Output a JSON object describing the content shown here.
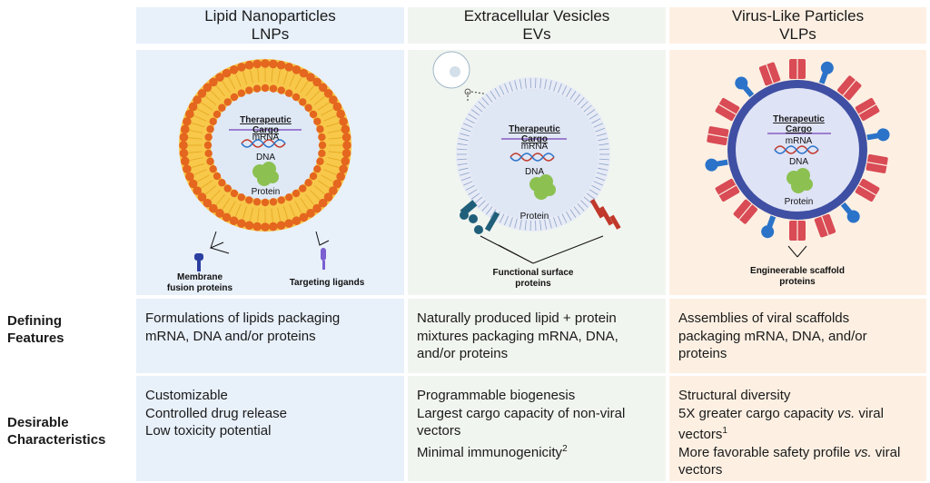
{
  "columns": [
    {
      "title": "Lipid Nanoparticles",
      "abbr": "LNPs"
    },
    {
      "title": "Extracellular Vesicles",
      "abbr": "EVs"
    },
    {
      "title": "Virus-Like Particles",
      "abbr": "VLPs"
    }
  ],
  "cargo": {
    "title": "Therapeutic Cargo",
    "mrna": "mRNA",
    "dna": "DNA",
    "protein": "Protein"
  },
  "lnp_labels": {
    "membrane": "Membrane",
    "membrane2": "fusion proteins",
    "targeting": "Targeting ligands"
  },
  "ev_labels": {
    "functional": "Functional surface",
    "functional2": "proteins"
  },
  "vlp_labels": {
    "engineerable": "Engineerable scaffold",
    "engineerable2": "proteins"
  },
  "rows": {
    "defining": {
      "label1": "Defining",
      "label2": "Features"
    },
    "desirable": {
      "label1": "Desirable",
      "label2": "Characteristics"
    }
  },
  "defining": {
    "lnp": [
      "Formulations of lipids packaging",
      "mRNA, DNA and/or proteins"
    ],
    "ev": [
      "Naturally produced lipid + protein",
      "mixtures packaging mRNA, DNA,",
      "and/or proteins"
    ],
    "vlp": [
      "Assemblies of viral scaffolds",
      "packaging mRNA, DNA, and/or",
      "proteins"
    ]
  },
  "desirable": {
    "lnp": [
      "Customizable",
      "Controlled drug release",
      "Low toxicity potential"
    ],
    "ev": [
      "Programmable biogenesis",
      "Largest cargo capacity of non-viral",
      "vectors",
      "Minimal immunogenicity"
    ],
    "ev_sup": "2",
    "vlp_1": "Structural diversity",
    "vlp_2a": "5X greater cargo capacity ",
    "vlp_2b": "vs.",
    "vlp_2c": " viral",
    "vlp_3": "vectors",
    "vlp_3_sup": "1",
    "vlp_4a": "More favorable safety profile ",
    "vlp_4b": "vs.",
    "vlp_4c": " viral",
    "vlp_5": "vectors"
  },
  "colors": {
    "lnp_bg": "#e8f0fa",
    "ev_bg": "#f1f5ef",
    "vlp_bg": "#fdf0e3",
    "lipid": "#e4661f",
    "vlp_shell": "#3f4fa3",
    "spike": "#d94b55"
  }
}
